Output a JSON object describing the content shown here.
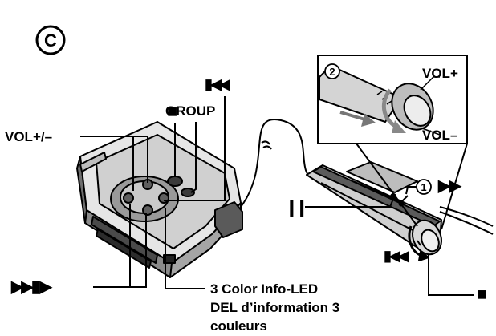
{
  "section_letter": "C",
  "labels": {
    "vol_pm": "VOL+/–",
    "group": "GROUP",
    "vol_plus": "VOL+",
    "vol_minus": "VOL–",
    "step_1": "1",
    "step_2": "2",
    "led_en": "3 Color Info-LED",
    "led_fr_1": "DEL d’information 3",
    "led_fr_2": "couleurs"
  },
  "symbols": {
    "prev": "▮◀◀",
    "stop": "■",
    "pause": "❙❙",
    "play_ff": "▶▶",
    "ff_play": "▶▶▮ ▶"
  },
  "colors": {
    "ink": "#000000",
    "fill_light": "#e6e6e6",
    "fill_mid": "#bdbdbd",
    "fill_dark": "#8a8a8a"
  }
}
